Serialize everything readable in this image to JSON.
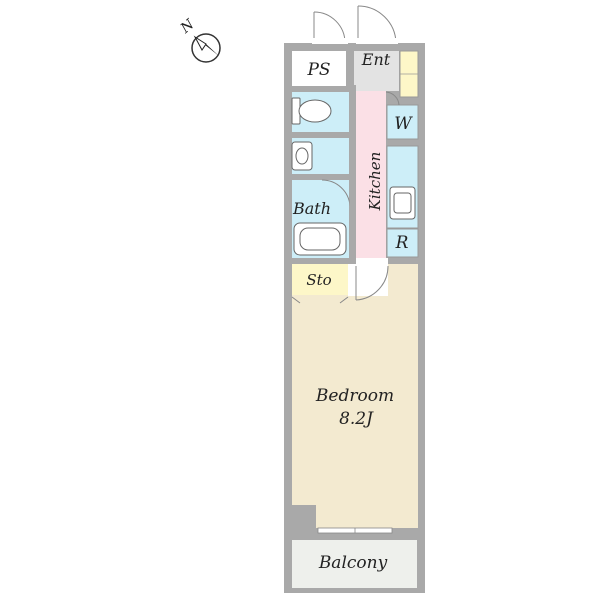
{
  "compass": {
    "north_label": "N",
    "icon": "north-arrow-icon"
  },
  "rooms": {
    "ps": "PS",
    "entrance": "Ent",
    "washer": "W",
    "kitchen": "Kitchen",
    "refrigerator": "R",
    "bath": "Bath",
    "storage": "Sto",
    "bedroom": "Bedroom",
    "bedroom_size": "8.2J",
    "balcony": "Balcony"
  },
  "colors": {
    "wall": "#a9a9a9",
    "wet_area": "#cdeef8",
    "kitchen": "#fbe0e6",
    "bedroom": "#f3ead0",
    "storage": "#fdf7c8",
    "balcony": "#eef0ec",
    "entrance": "#e3e3e3"
  }
}
